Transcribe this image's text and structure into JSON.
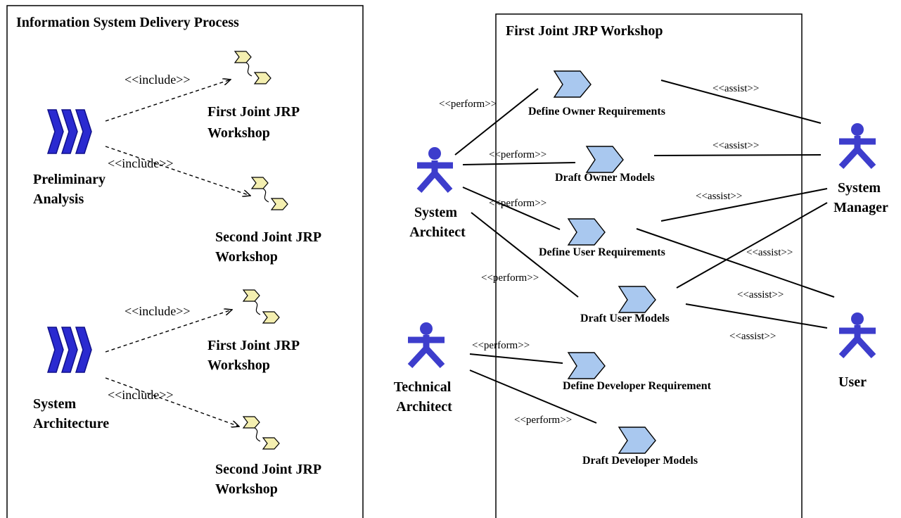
{
  "left_panel": {
    "title": "Information System Delivery Process",
    "processes": [
      {
        "label_lines": [
          "Preliminary",
          "Analysis"
        ]
      },
      {
        "label_lines": [
          "System",
          "Architecture"
        ]
      }
    ],
    "subprocesses": [
      {
        "label_lines": [
          "First Joint JRP",
          "Workshop"
        ]
      },
      {
        "label_lines": [
          "Second Joint JRP",
          "Workshop"
        ]
      },
      {
        "label_lines": [
          "First Joint JRP",
          "Workshop"
        ]
      },
      {
        "label_lines": [
          "Second Joint JRP",
          "Workshop"
        ]
      }
    ],
    "include_label": "<<include>>"
  },
  "right_panel": {
    "title": "First Joint JRP Workshop",
    "actors": [
      {
        "label_lines": [
          "System",
          "Architect"
        ]
      },
      {
        "label_lines": [
          "Technical",
          "Architect"
        ]
      },
      {
        "label_lines": [
          "System",
          "Manager"
        ]
      },
      {
        "label_lines": [
          "User"
        ]
      }
    ],
    "use_cases": [
      "Define Owner Requirements",
      "Draft Owner Models",
      "Define User Requirements",
      "Draft User Models",
      "Define Developer Requirement",
      "Draft Developer Models"
    ],
    "perform_label": "<<perform>>",
    "assist_label": "<<assist>>"
  },
  "colors": {
    "actor": "#3d3dcc",
    "process": "#2a2ad0",
    "subprocess": "#f4efb0",
    "use_case": "#a9c8ef"
  }
}
